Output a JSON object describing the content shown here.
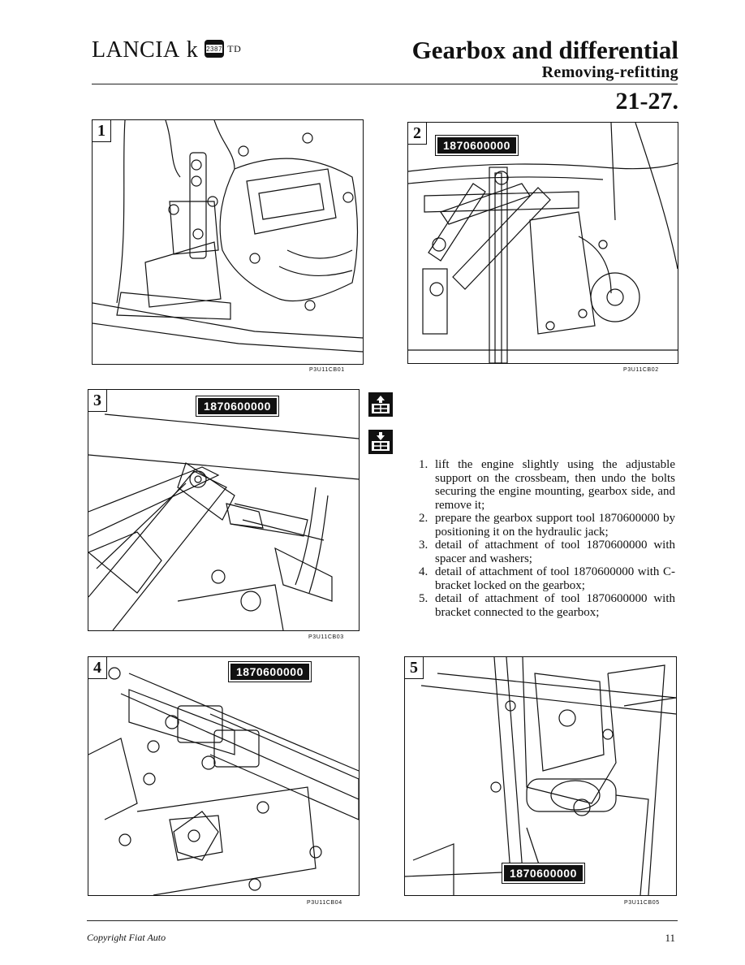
{
  "header": {
    "brand": "LANCIA",
    "model_letter": "k",
    "badge": "2387",
    "variant": "TD",
    "title": "Gearbox and differential",
    "subtitle": "Removing-refitting",
    "page_ref": "21-27."
  },
  "figures": [
    {
      "number": "1",
      "code": "P3U11CB01",
      "tool_label": ""
    },
    {
      "number": "2",
      "code": "P3U11CB02",
      "tool_label": "1870600000"
    },
    {
      "number": "3",
      "code": "P3U11CB03",
      "tool_label": "1870600000"
    },
    {
      "number": "4",
      "code": "P3U11CB04",
      "tool_label": "1870600000"
    },
    {
      "number": "5",
      "code": "P3U11CB05",
      "tool_label": "1870600000"
    }
  ],
  "icons": [
    "removing-icon",
    "refitting-icon"
  ],
  "steps": [
    {
      "num": "1.",
      "text": "lift the engine slightly using the adjustable support on the crossbeam, then undo the bolts securing the engine mounting, gearbox side, and remove it;"
    },
    {
      "num": "2.",
      "text": "prepare the gearbox support tool 1870600000 by positioning it on the hydraulic jack;"
    },
    {
      "num": "3.",
      "text": "detail of attachment of tool 1870600000 with spacer and washers;"
    },
    {
      "num": "4.",
      "text": "detail of attachment of tool 1870600000 with C-bracket locked on the gearbox;"
    },
    {
      "num": "5.",
      "text": "detail of attachment of tool 1870600000 with bracket connected to the gearbox;"
    }
  ],
  "footer": {
    "copyright": "Copyright Fiat Auto",
    "page_number": "11"
  }
}
